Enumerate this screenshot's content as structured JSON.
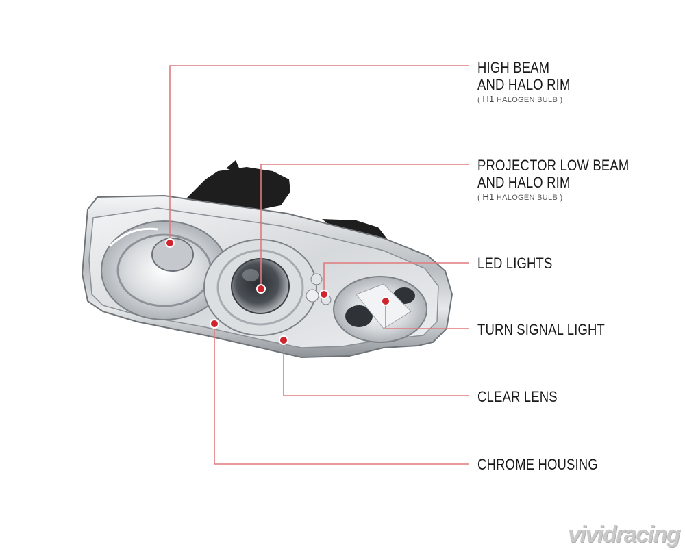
{
  "callouts": [
    {
      "id": "high-beam",
      "lines": [
        "HIGH BEAM",
        "AND HALO RIM"
      ],
      "sub_prefix": "( ",
      "sub_strong": "H1",
      "sub_rest": " HALOGEN BULB )"
    },
    {
      "id": "projector-low-beam",
      "lines": [
        "PROJECTOR LOW BEAM",
        "AND HALO RIM"
      ],
      "sub_prefix": "( ",
      "sub_strong": "H1",
      "sub_rest": " HALOGEN BULB )"
    },
    {
      "id": "led-lights",
      "lines": [
        "LED LIGHTS"
      ]
    },
    {
      "id": "turn-signal",
      "lines": [
        "TURN SIGNAL LIGHT"
      ]
    },
    {
      "id": "clear-lens",
      "lines": [
        "CLEAR LENS"
      ]
    },
    {
      "id": "chrome-housing",
      "lines": [
        "CHROME HOUSING"
      ]
    }
  ],
  "watermark": "vividracing",
  "colors": {
    "accent": "#d0242f",
    "leader": "#e07a7f",
    "chrome": "#c9cdd1",
    "bracket": "#1e1e1e"
  }
}
